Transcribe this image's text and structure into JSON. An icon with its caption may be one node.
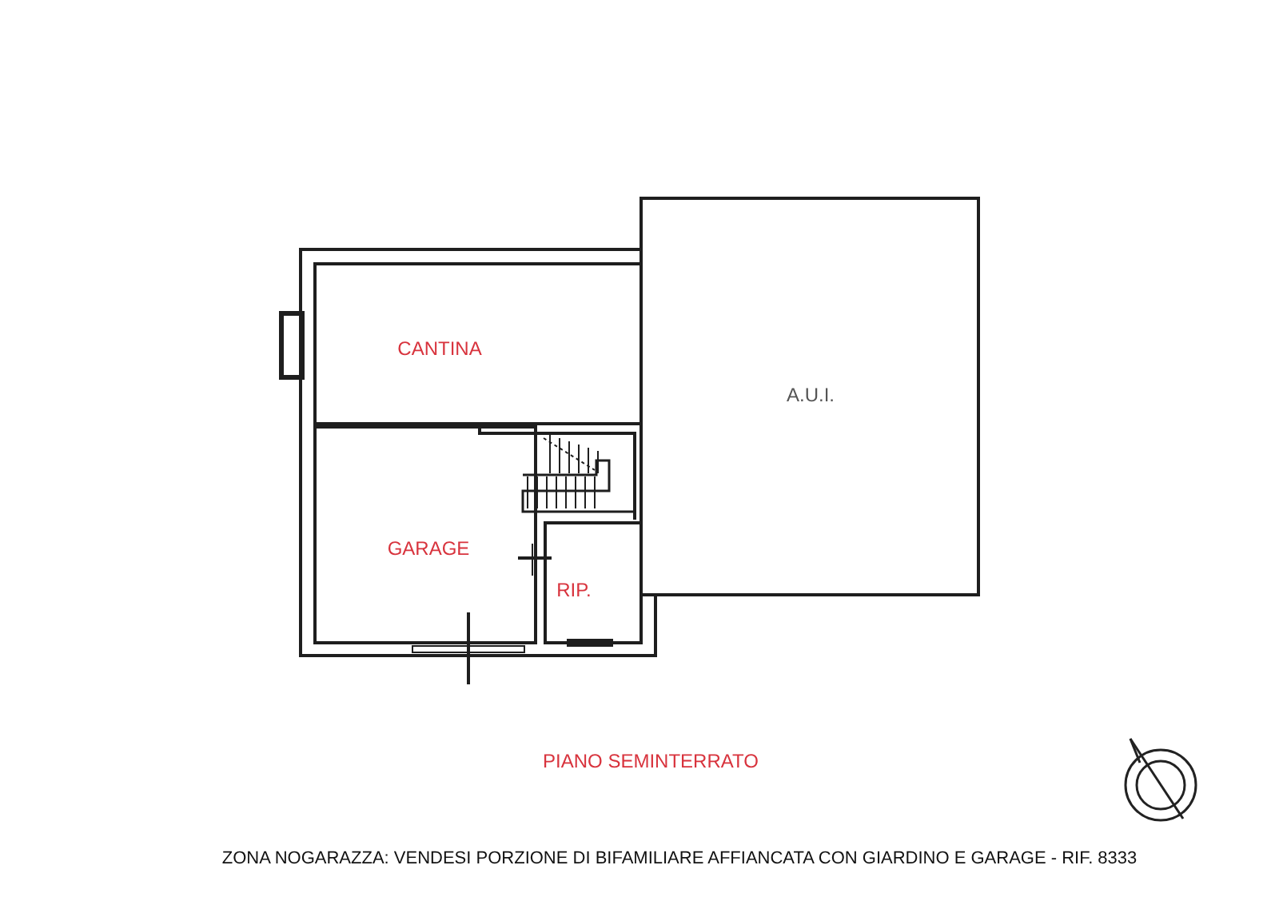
{
  "diagram": {
    "caption": "ZONA NOGARAZZA: VENDESI PORZIONE DI BIFAMILIARE AFFIANCATA CON GIARDINO E GARAGE - RIF. 8333",
    "nodes": [
      {
        "text": [
          "CANTINA"
        ]
      },
      {
        "text": [
          "A.U.I."
        ]
      },
      {
        "text": [
          "GARAGE"
        ]
      },
      {
        "text": [
          "RIP."
        ]
      }
    ],
    "labels": [
      "PIANO SEMINTERRATO"
    ]
  }
}
